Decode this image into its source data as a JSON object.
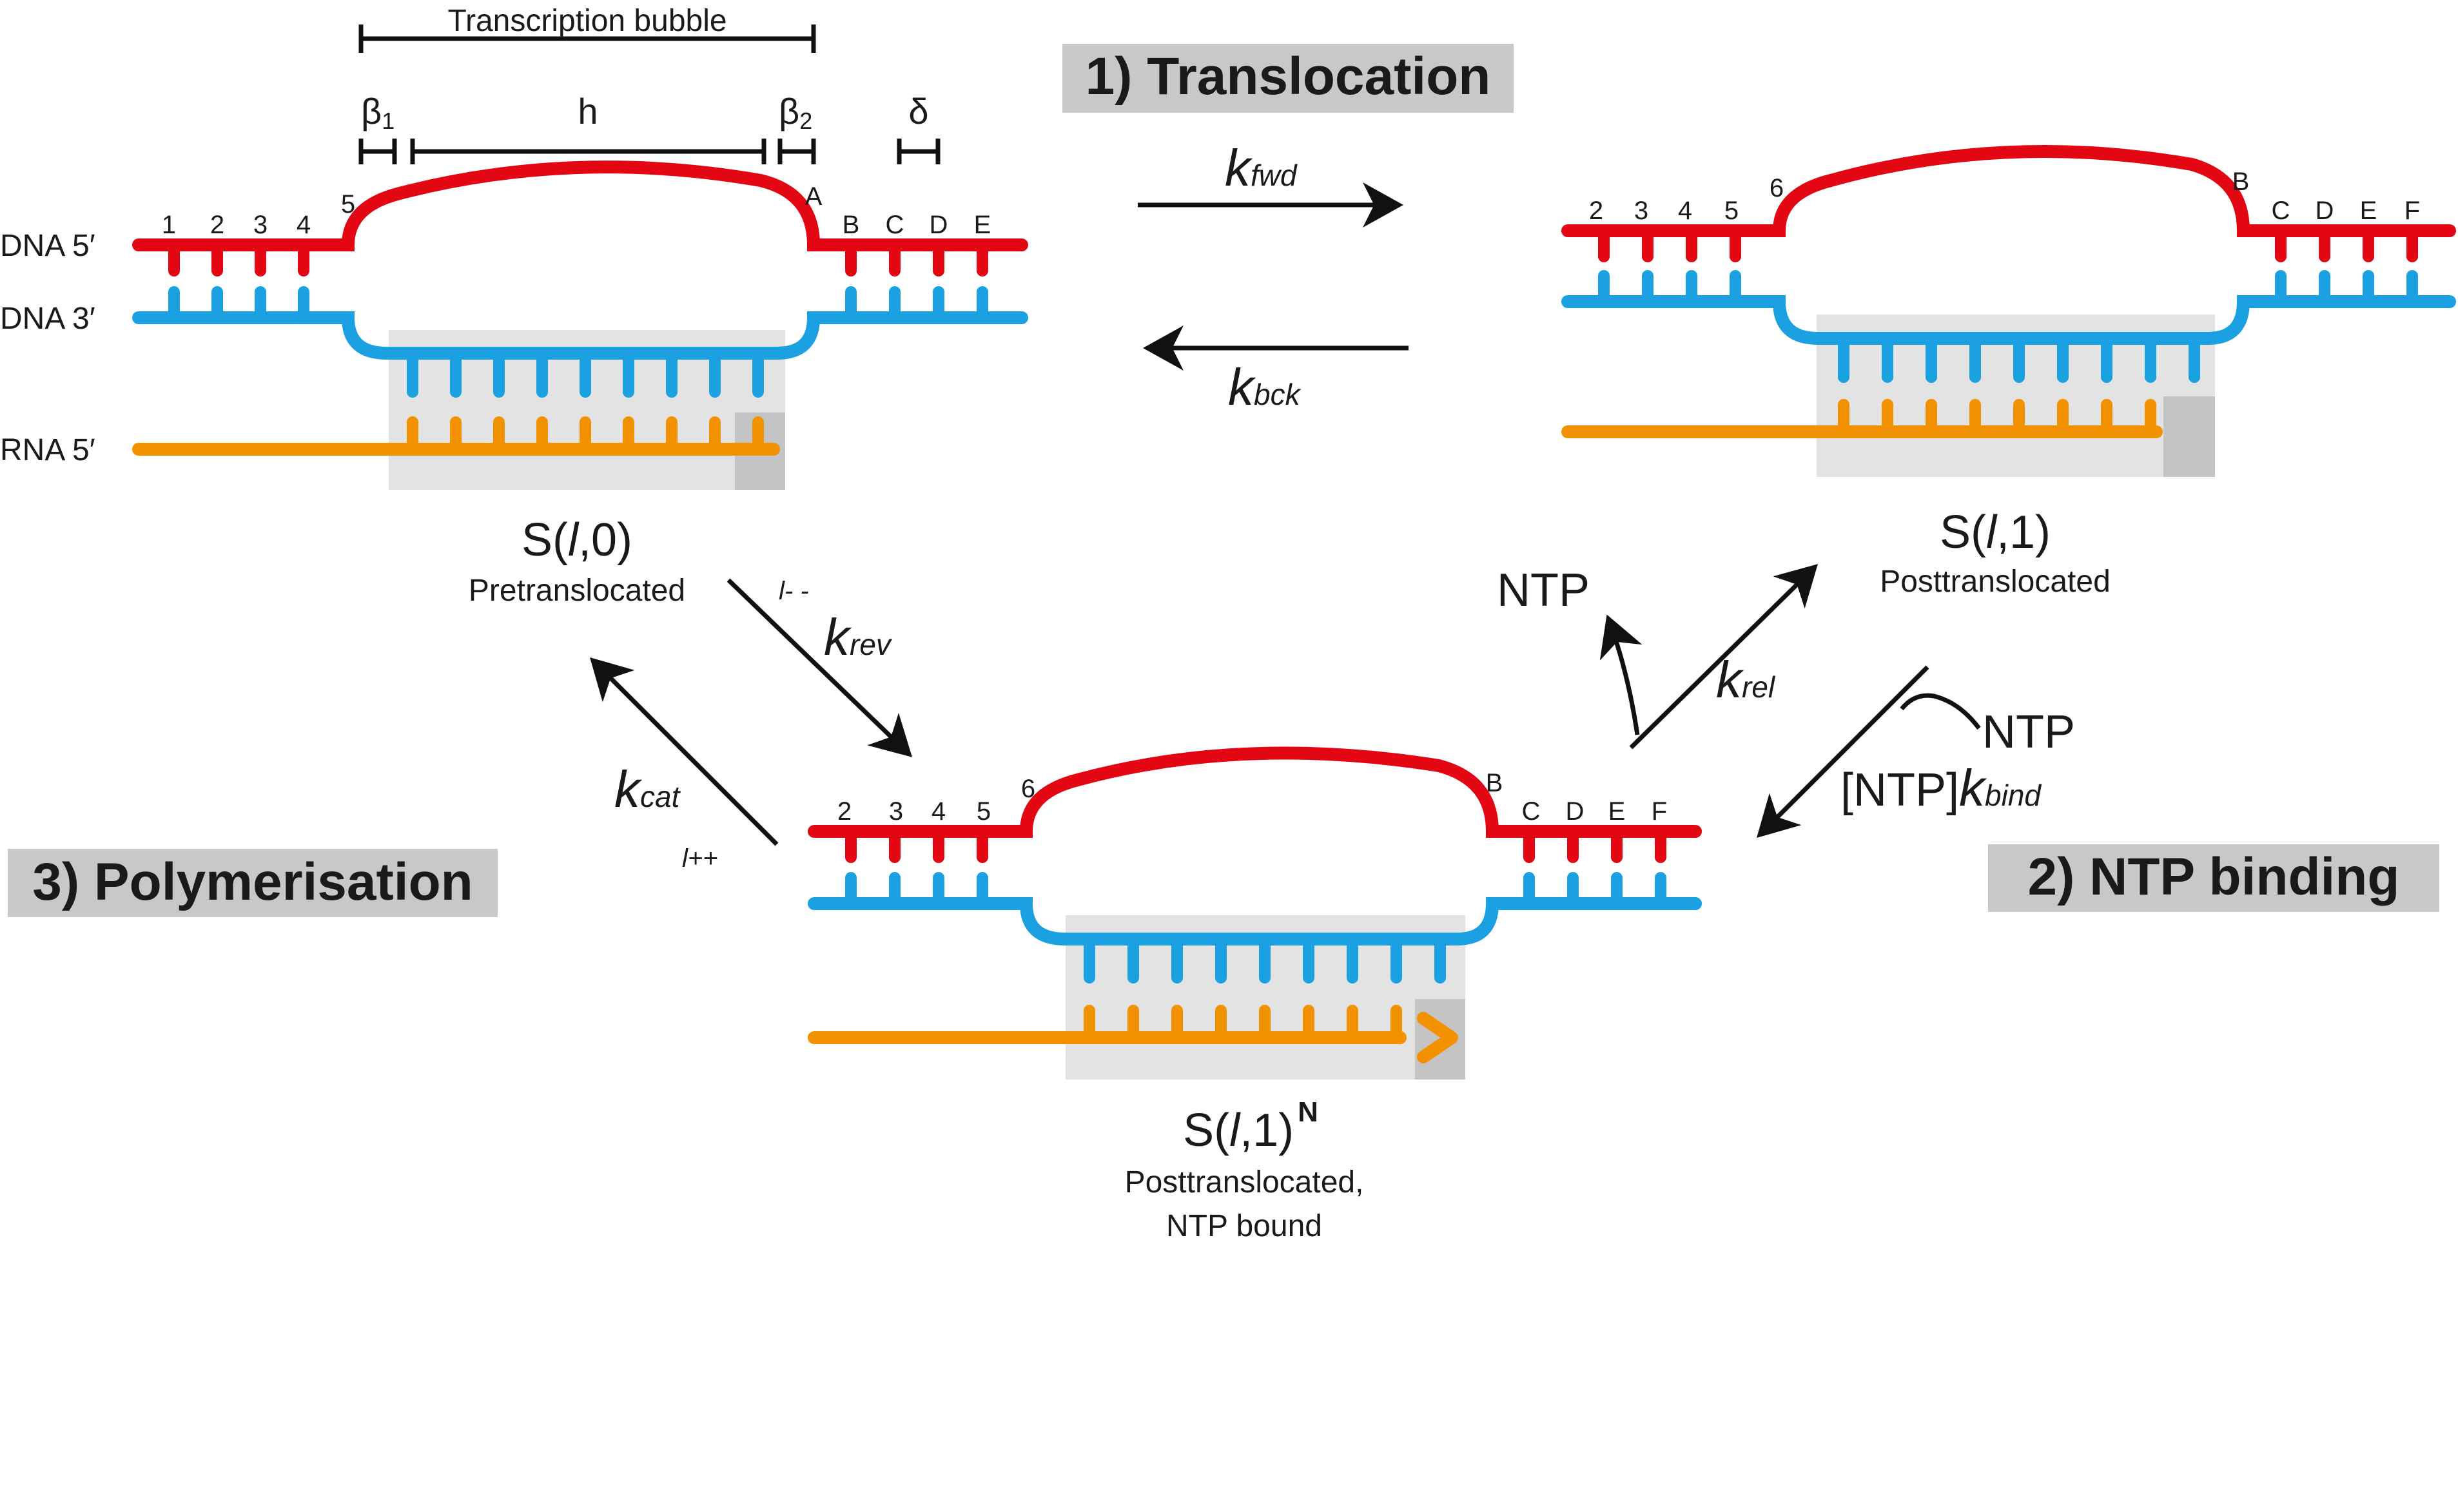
{
  "strand_labels": {
    "dna_top": "DNA 5′",
    "dna_bottom": "DNA 3′",
    "rna": "RNA 5′"
  },
  "dimension_labels": {
    "bubble": "Transcription bubble",
    "h": "h",
    "beta1": "β",
    "beta1_sub": "1",
    "beta2": "β",
    "beta2_sub": "2",
    "delta": "δ"
  },
  "states": {
    "s0": {
      "name_prefix": "S(",
      "name_l": "l",
      "name_suffix": ",0)",
      "desc": "Pretranslocated",
      "upstream_bases": [
        "1",
        "2",
        "3",
        "4",
        "5"
      ],
      "downstream_bases": [
        "A",
        "B",
        "C",
        "D",
        "E"
      ]
    },
    "s1": {
      "name_prefix": "S(",
      "name_l": "l",
      "name_suffix": ",1)",
      "desc": "Posttranslocated",
      "upstream_bases": [
        "2",
        "3",
        "4",
        "5",
        "6"
      ],
      "downstream_bases": [
        "B",
        "C",
        "D",
        "E",
        "F"
      ]
    },
    "s1n": {
      "name_prefix": "S(",
      "name_l": "l",
      "name_suffix": ",1)",
      "superscript": "N",
      "desc_line1": "Posttranslocated,",
      "desc_line2": "NTP bound",
      "upstream_bases": [
        "2",
        "3",
        "4",
        "5",
        "6"
      ],
      "downstream_bases": [
        "B",
        "C",
        "D",
        "E",
        "F"
      ]
    }
  },
  "steps": {
    "translocation": "1) Translocation",
    "ntp_binding": "2) NTP binding",
    "polymerisation": "3) Polymerisation"
  },
  "rates": {
    "fwd": {
      "k": "k",
      "sub": "fwd"
    },
    "bck": {
      "k": "k",
      "sub": "bck"
    },
    "rev": {
      "k": "k",
      "sub": "rev",
      "note": "l- -"
    },
    "rel": {
      "k": "k",
      "sub": "rel",
      "ntp": "NTP"
    },
    "bind": {
      "prefix": "[NTP]",
      "k": "k",
      "sub": "bind",
      "ntp": "NTP"
    },
    "cat": {
      "k": "k",
      "sub": "cat",
      "note": "l++"
    }
  },
  "colors": {
    "dna_template": "#e30613",
    "dna_coding": "#1ba1e2",
    "rna": "#f39200",
    "polymerase_light": "#e3e3e3",
    "polymerase_dark": "#c4c4c4",
    "arrow": "#111111"
  }
}
